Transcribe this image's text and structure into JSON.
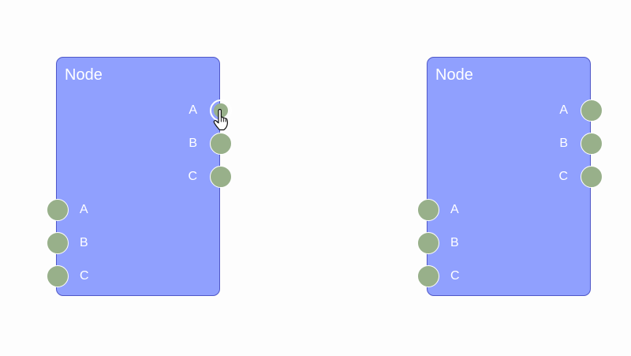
{
  "colors": {
    "node_fill": "#90a0fe",
    "node_border": "#5058c8",
    "port_fill": "#98b08a",
    "port_border": "#ffffff",
    "canvas_bg": "#fdfdfd"
  },
  "nodes": [
    {
      "title": "Node",
      "outputs": [
        {
          "label": "A",
          "state": "hover"
        },
        {
          "label": "B",
          "state": "normal"
        },
        {
          "label": "C",
          "state": "normal"
        }
      ],
      "inputs": [
        {
          "label": "A"
        },
        {
          "label": "B"
        },
        {
          "label": "C"
        }
      ]
    },
    {
      "title": "Node",
      "outputs": [
        {
          "label": "A",
          "state": "normal"
        },
        {
          "label": "B",
          "state": "normal"
        },
        {
          "label": "C",
          "state": "normal"
        }
      ],
      "inputs": [
        {
          "label": "A"
        },
        {
          "label": "B"
        },
        {
          "label": "C"
        }
      ]
    }
  ],
  "cursor": {
    "icon": "hand-pointer-icon"
  }
}
